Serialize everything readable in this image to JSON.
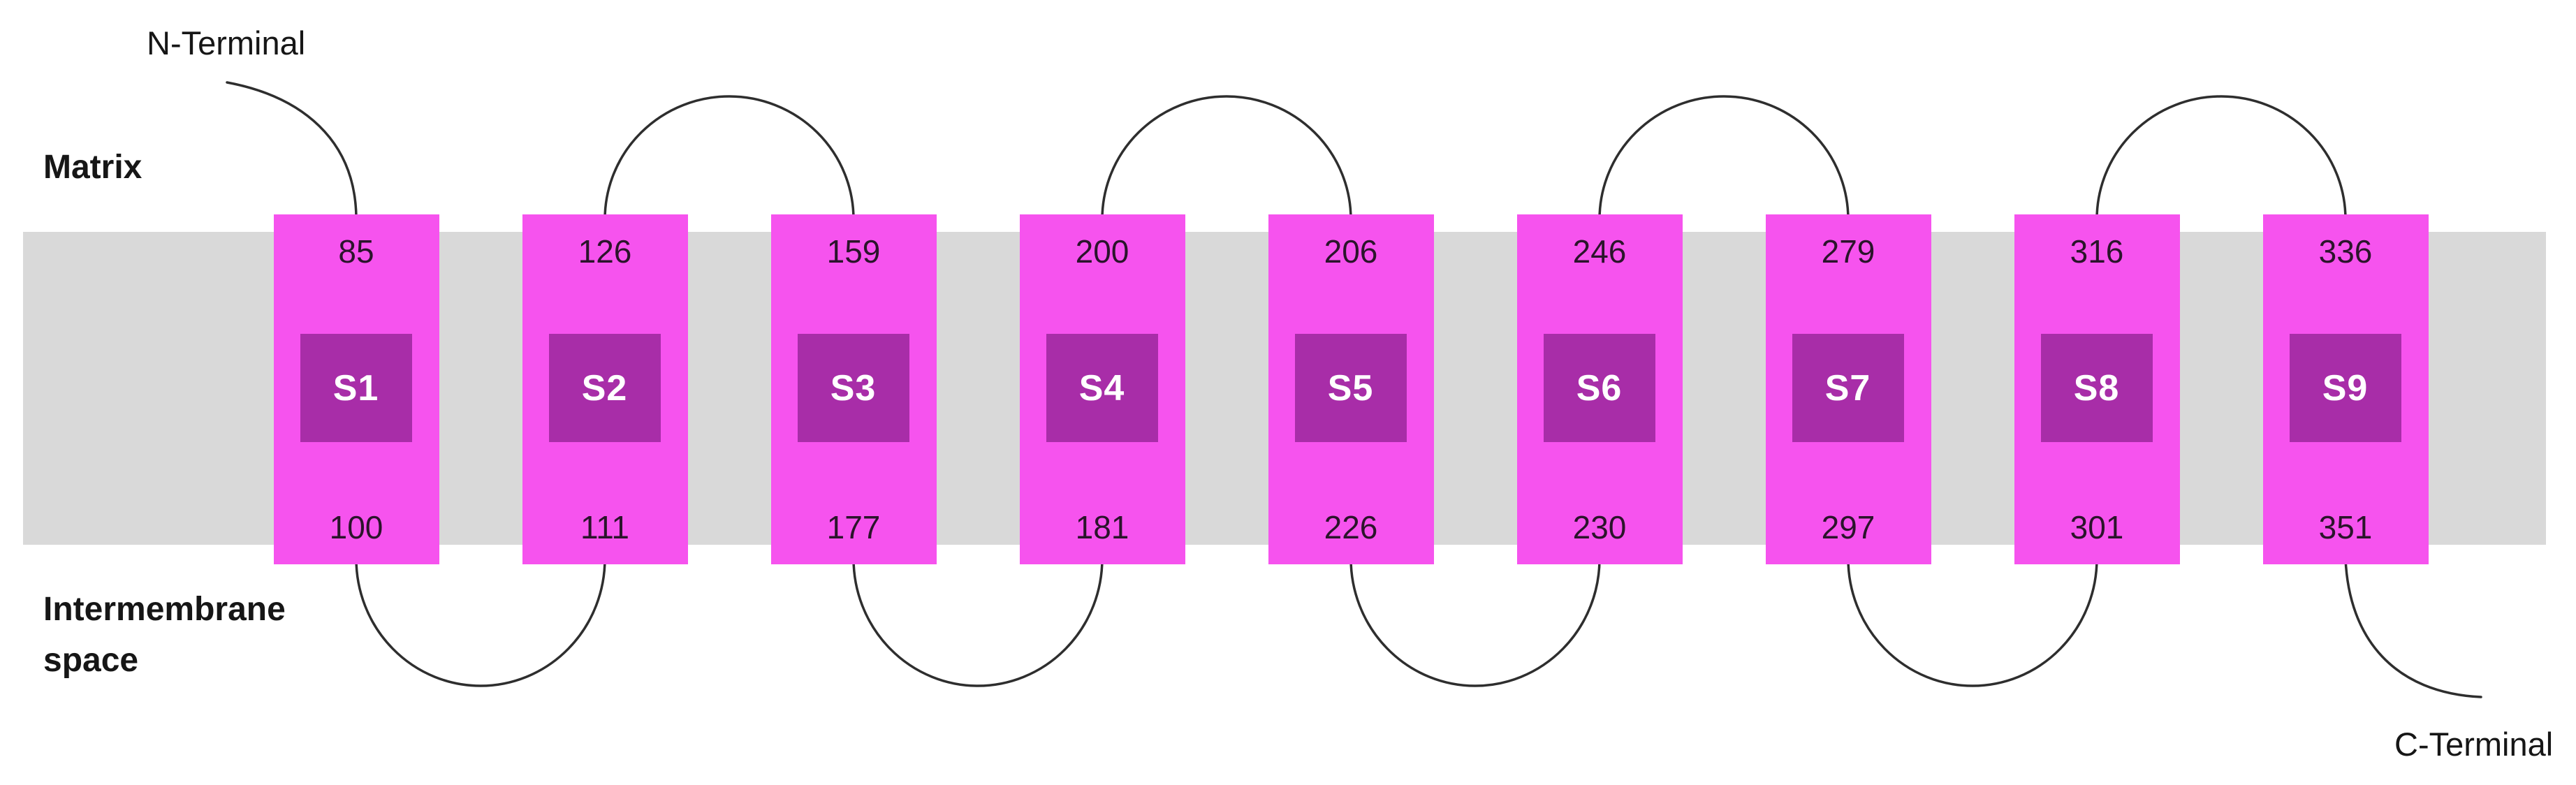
{
  "diagram": {
    "labels": {
      "matrix": "Matrix",
      "intermembrane": [
        "Intermembrane",
        "space"
      ],
      "n_terminal": "N-Terminal",
      "c_terminal": "C-Terminal"
    },
    "segments": [
      {
        "label": "S1",
        "top_residue": "85",
        "bottom_residue": "100"
      },
      {
        "label": "S2",
        "top_residue": "126",
        "bottom_residue": "111"
      },
      {
        "label": "S3",
        "top_residue": "159",
        "bottom_residue": "177"
      },
      {
        "label": "S4",
        "top_residue": "200",
        "bottom_residue": "181"
      },
      {
        "label": "S5",
        "top_residue": "206",
        "bottom_residue": "226"
      },
      {
        "label": "S6",
        "top_residue": "246",
        "bottom_residue": "230"
      },
      {
        "label": "S7",
        "top_residue": "279",
        "bottom_residue": "297"
      },
      {
        "label": "S8",
        "top_residue": "316",
        "bottom_residue": "301"
      },
      {
        "label": "S9",
        "top_residue": "336",
        "bottom_residue": "351"
      }
    ],
    "colors": {
      "segment_fill": "#F653EE",
      "segment_core_fill": "#A82DA8",
      "membrane_fill": "#D9D9D9",
      "loop_stroke": "#2E2E2E",
      "number_text": "#2B142B",
      "core_text": "#FFFFFF",
      "label_text": "#161616"
    }
  }
}
